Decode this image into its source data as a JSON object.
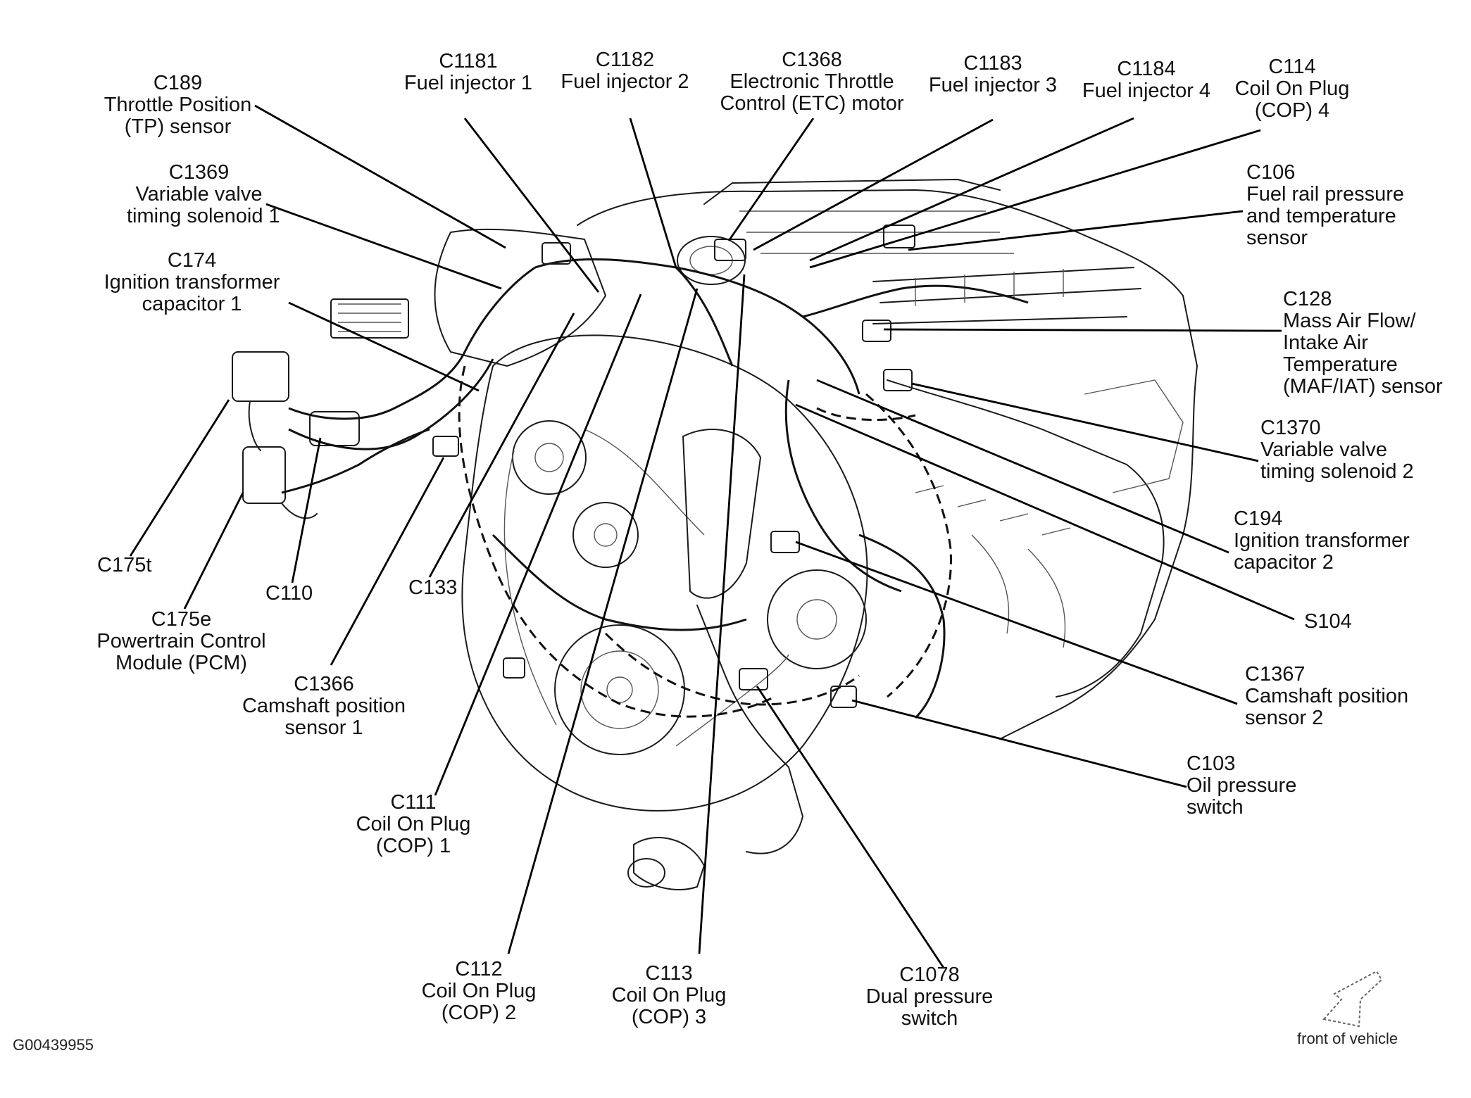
{
  "callouts": [
    {
      "id": "C189",
      "lines": [
        "C189",
        "Throttle Position",
        "(TP) sensor"
      ]
    },
    {
      "id": "C1369",
      "lines": [
        "C1369",
        "Variable valve",
        "timing solenoid 1"
      ]
    },
    {
      "id": "C174",
      "lines": [
        "C174",
        "Ignition transformer",
        "capacitor 1"
      ]
    },
    {
      "id": "C1181",
      "lines": [
        "C1181",
        "Fuel injector 1"
      ]
    },
    {
      "id": "C1182",
      "lines": [
        "C1182",
        "Fuel injector 2"
      ]
    },
    {
      "id": "C1368",
      "lines": [
        "C1368",
        "Electronic Throttle",
        "Control (ETC) motor"
      ]
    },
    {
      "id": "C1183",
      "lines": [
        "C1183",
        "Fuel injector 3"
      ]
    },
    {
      "id": "C1184",
      "lines": [
        "C1184",
        "Fuel injector 4"
      ]
    },
    {
      "id": "C114",
      "lines": [
        "C114",
        "Coil On Plug",
        "(COP) 4"
      ]
    },
    {
      "id": "C106",
      "lines": [
        "C106",
        "Fuel rail pressure",
        "and temperature",
        "sensor"
      ]
    },
    {
      "id": "C128",
      "lines": [
        "C128",
        "Mass Air Flow/",
        "Intake Air",
        "Temperature",
        "(MAF/IAT) sensor"
      ]
    },
    {
      "id": "C1370",
      "lines": [
        "C1370",
        "Variable valve",
        "timing solenoid 2"
      ]
    },
    {
      "id": "C194",
      "lines": [
        "C194",
        "Ignition transformer",
        "capacitor 2"
      ]
    },
    {
      "id": "S104",
      "lines": [
        "S104"
      ]
    },
    {
      "id": "C1367",
      "lines": [
        "C1367",
        "Camshaft position",
        "sensor 2"
      ]
    },
    {
      "id": "C103",
      "lines": [
        "C103",
        "Oil pressure",
        "switch"
      ]
    },
    {
      "id": "C1078",
      "lines": [
        "C1078",
        "Dual pressure",
        "switch"
      ]
    },
    {
      "id": "C113",
      "lines": [
        "C113",
        "Coil On Plug",
        "(COP) 3"
      ]
    },
    {
      "id": "C112",
      "lines": [
        "C112",
        "Coil On Plug",
        "(COP) 2"
      ]
    },
    {
      "id": "C111",
      "lines": [
        "C111",
        "Coil On Plug",
        "(COP) 1"
      ]
    },
    {
      "id": "C1366",
      "lines": [
        "C1366",
        "Camshaft position",
        "sensor 1"
      ]
    },
    {
      "id": "C133",
      "lines": [
        "C133"
      ]
    },
    {
      "id": "C110",
      "lines": [
        "C110"
      ]
    },
    {
      "id": "C175e",
      "lines": [
        "C175e",
        "Powertrain Control",
        "Module (PCM)"
      ]
    },
    {
      "id": "C175t",
      "lines": [
        "C175t"
      ]
    }
  ],
  "figure_id": "G00439955",
  "orientation_label": "front of vehicle",
  "icons": {
    "orientation": "arrow-down-left-icon"
  }
}
